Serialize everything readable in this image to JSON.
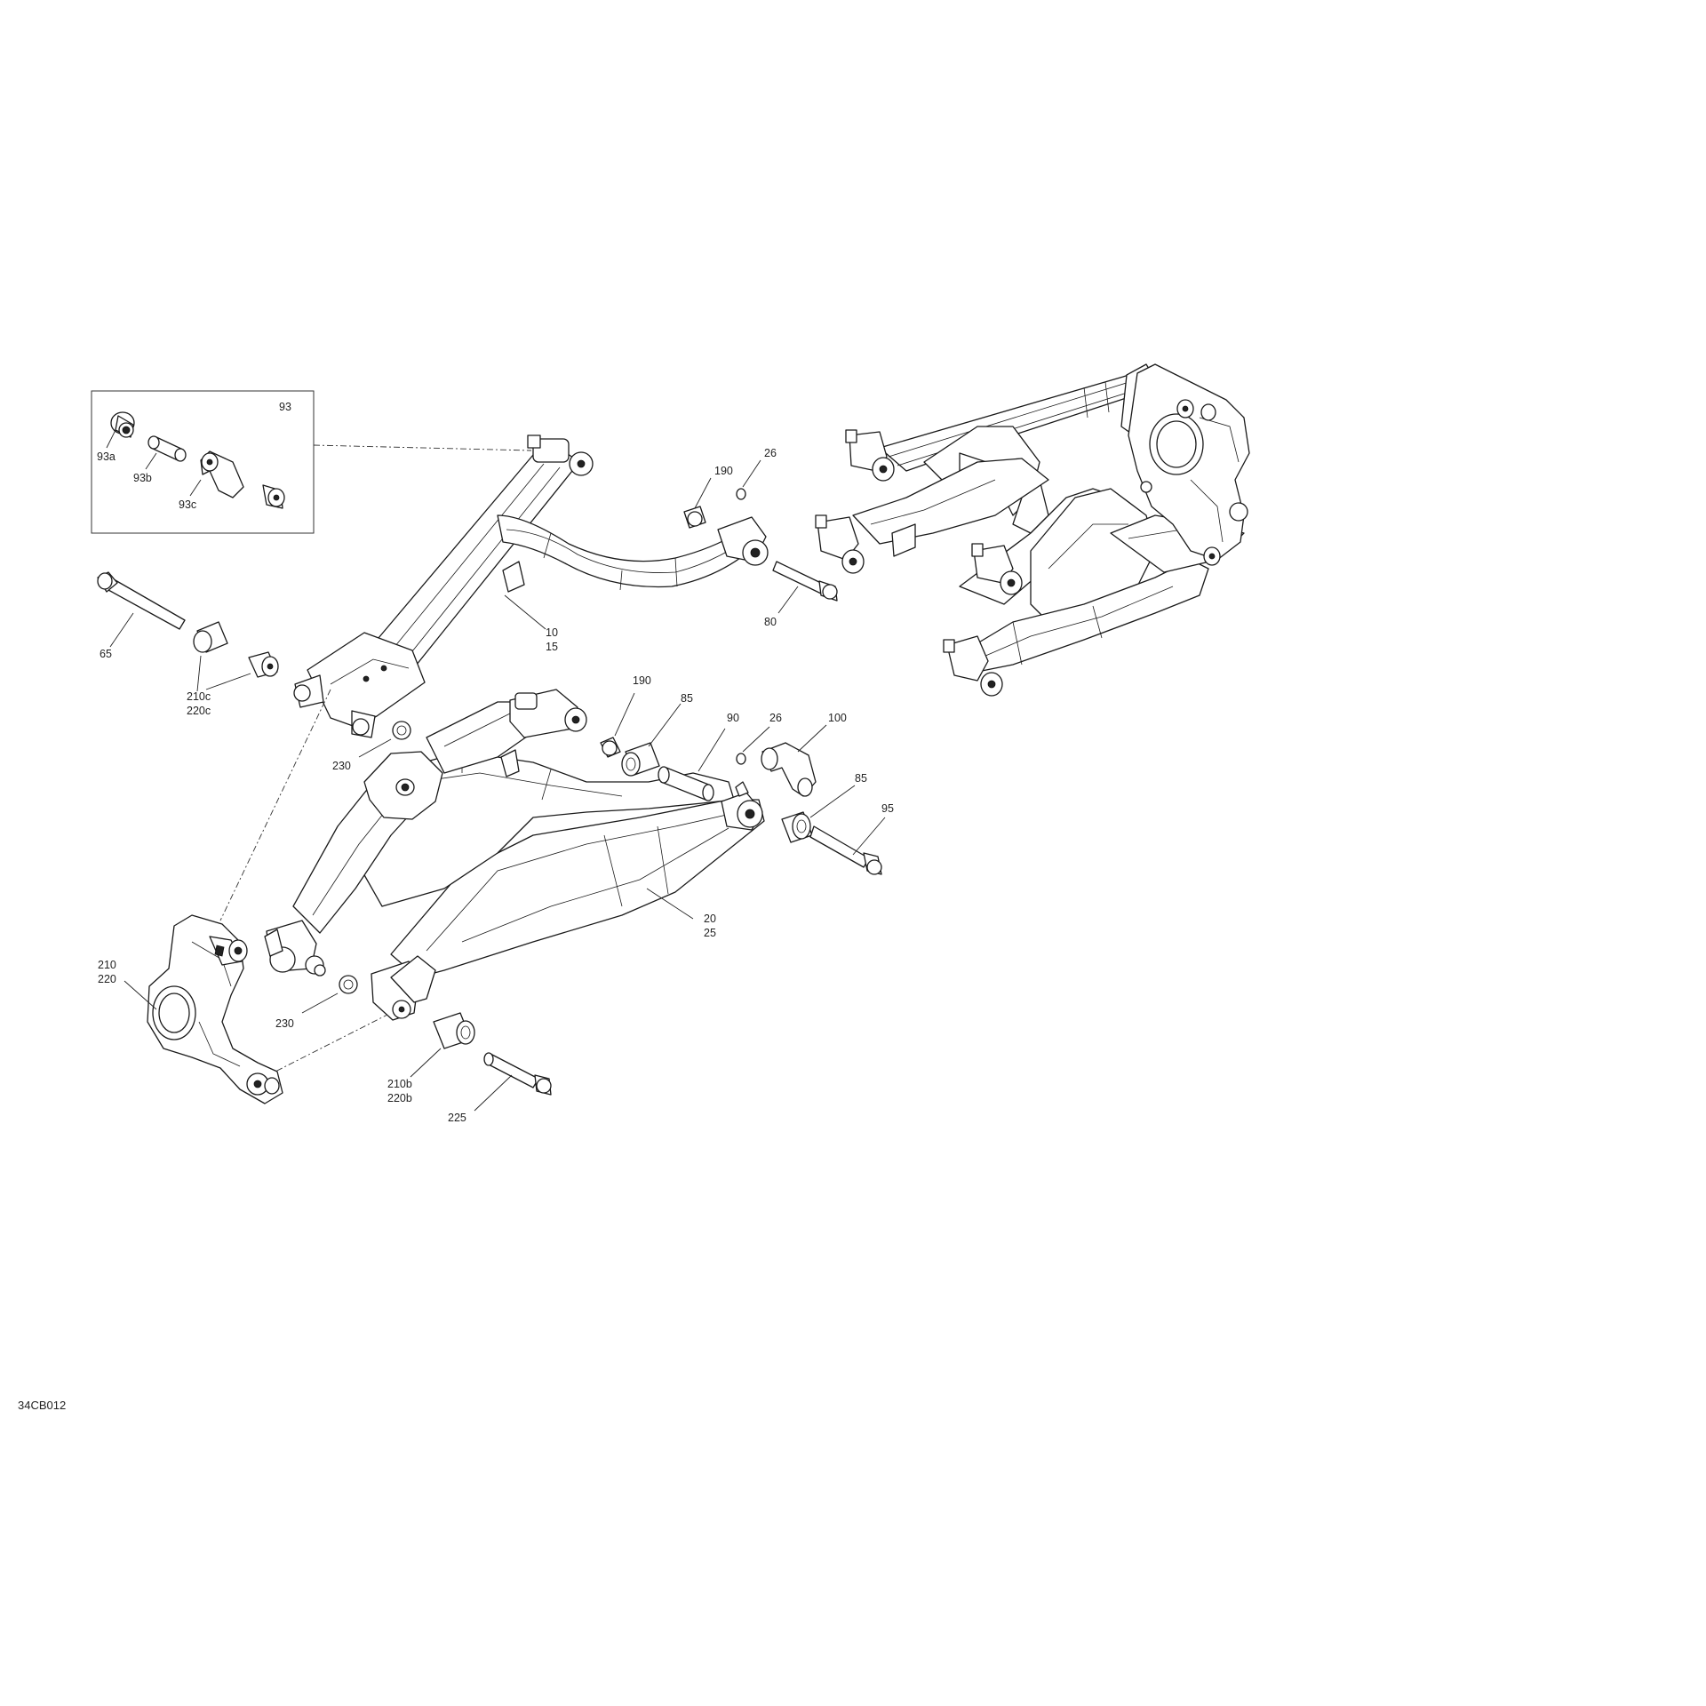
{
  "diagram": {
    "reference_code": "34CB012",
    "callouts": {
      "c93": "93",
      "c93a": "93a",
      "c93b": "93b",
      "c93c": "93c",
      "c190_top": "190",
      "c26_top": "26",
      "c65": "65",
      "c10": "10",
      "c15": "15",
      "c80": "80",
      "c210c": "210c",
      "c220c": "220c",
      "c230_top": "230",
      "c190_mid": "190",
      "c85_mid": "85",
      "c90": "90",
      "c26_mid": "26",
      "c100": "100",
      "c85_right": "85",
      "c95": "95",
      "c20": "20",
      "c25": "25",
      "c210": "210",
      "c220": "220",
      "c230_bot": "230",
      "c210b": "210b",
      "c220b": "220b",
      "c225": "225"
    }
  }
}
